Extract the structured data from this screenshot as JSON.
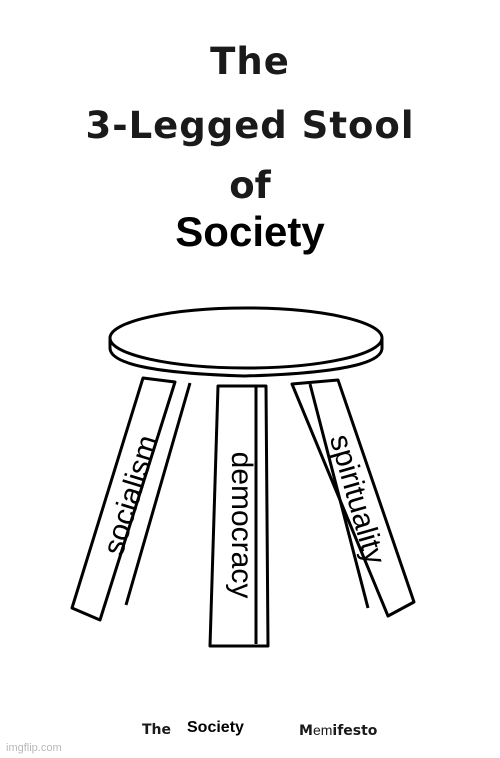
{
  "title": {
    "line1": "The",
    "line2": "3-Legged Stool",
    "line3": "of",
    "line4": "Society"
  },
  "legs": {
    "left": "socialism",
    "middle": "democracy",
    "right": "spirituality"
  },
  "footer": {
    "word1": "The",
    "word2": "Society",
    "word3_part1": "M",
    "word3_part2": "em",
    "word3_part3": "ifesto"
  },
  "watermark": "imgflip.com"
}
